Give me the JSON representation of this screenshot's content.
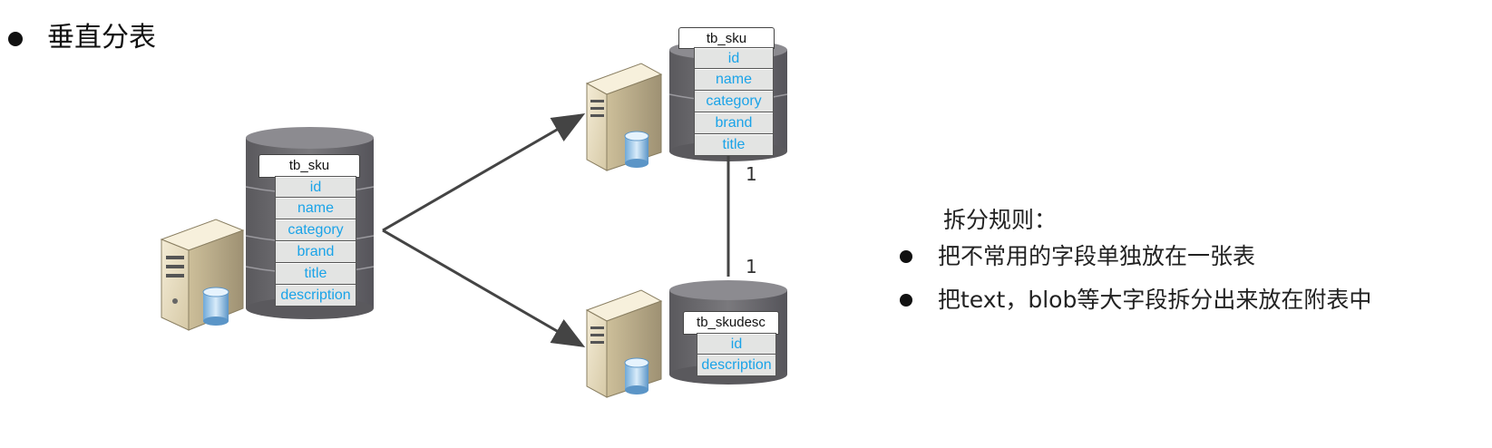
{
  "heading": "垂直分表",
  "source": {
    "table_name": "tb_sku",
    "fields": [
      "id",
      "name",
      "category",
      "brand",
      "title",
      "description"
    ]
  },
  "target_top": {
    "table_name": "tb_sku",
    "fields": [
      "id",
      "name",
      "category",
      "brand",
      "title"
    ]
  },
  "target_bottom": {
    "table_name": "tb_skudesc",
    "fields": [
      "id",
      "description"
    ]
  },
  "relation": {
    "top_cardinality": "1",
    "bottom_cardinality": "1"
  },
  "rules": {
    "title": "拆分规则：",
    "items": [
      "把不常用的字段单独放在一张表",
      "把text，blob等大字段拆分出来放在附表中"
    ]
  },
  "colors": {
    "field_text": "#1aa3e8",
    "field_bg": "#e3e4e3",
    "cylinder": "#6b6a6e"
  },
  "icons": [
    "server-icon",
    "database-cylinder-icon",
    "arrow-icon"
  ]
}
